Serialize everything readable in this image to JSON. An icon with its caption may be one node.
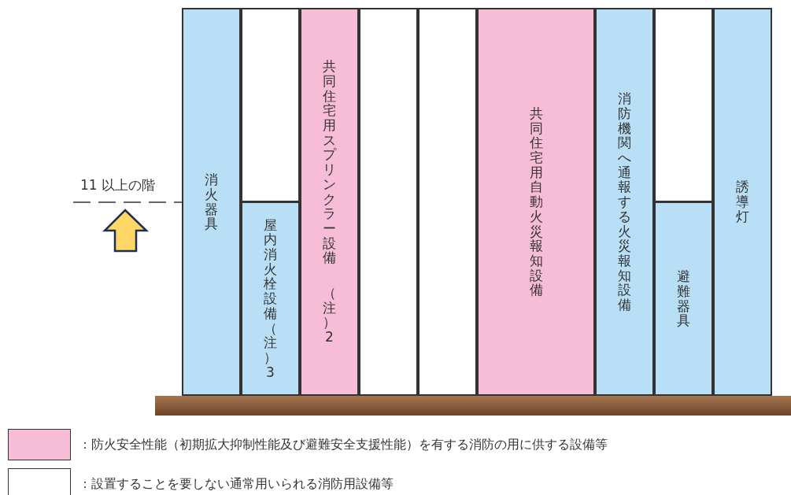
{
  "diagram": {
    "nodes": [
      {
        "text": [
          "消火器具"
        ]
      },
      {
        "text": [],
        "shape": "box"
      },
      {
        "text": [
          "屋内消火栓設備（注）3"
        ]
      },
      {
        "text": [
          "共同住宅用スプリンクラー設備",
          "（注）2"
        ]
      },
      {
        "text": [],
        "shape": "box"
      },
      {
        "text": [],
        "shape": "box"
      },
      {
        "text": [
          "共同住宅用自動火災報知設備"
        ]
      },
      {
        "text": [
          "消防機関へ通報する火災報知設備"
        ]
      },
      {
        "text": [],
        "shape": "box"
      },
      {
        "text": [
          "避難器具"
        ]
      },
      {
        "text": [
          "誘導灯"
        ]
      }
    ],
    "edges": [],
    "labels": [
      "11 以上の階"
    ],
    "legend": [
      {
        "text": "：防火安全性能（初期拡大抑制性能及び避難安全支援性能）を有する消防の用に供する設備等",
        "color": "#f7bcd6"
      },
      {
        "text": "：設置することを要しない通常用いられる消防用設備等",
        "color": "#ffffff"
      }
    ]
  }
}
